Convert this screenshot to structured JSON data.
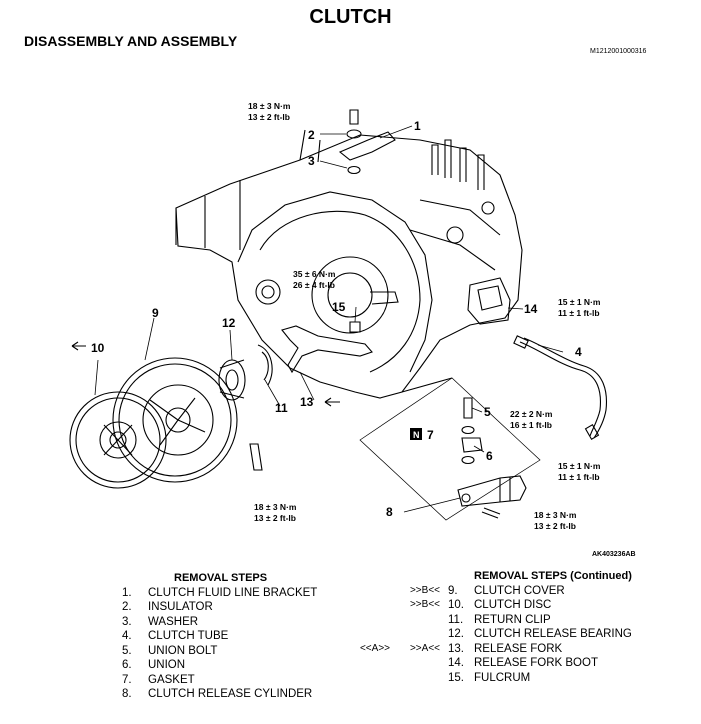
{
  "header": {
    "title": "CLUTCH",
    "subtitle": "DISASSEMBLY AND ASSEMBLY",
    "doc_id": "M1212001000316"
  },
  "figure": {
    "figure_id": "AK403236AB",
    "callouts": {
      "c1": "1",
      "c2": "2",
      "c3": "3",
      "c4": "4",
      "c5": "5",
      "c6": "6",
      "c7": "7",
      "c8": "8",
      "c9": "9",
      "c10": "10",
      "c11": "11",
      "c12": "12",
      "c13": "13",
      "c14": "14",
      "c15": "15",
      "n_mark": "N"
    },
    "torques": {
      "t_top_a": "18 ± 3 N·m",
      "t_top_b": "13 ± 2 ft-lb",
      "t_mid_a": "35 ± 6 N·m",
      "t_mid_b": "26 ± 4 ft-lb",
      "t_14a": "15 ± 1 N·m",
      "t_14b": "11 ± 1 ft-lb",
      "t_5a": "22 ± 2 N·m",
      "t_5b": "16 ± 1 ft-lb",
      "t_4a": "15 ± 1 N·m",
      "t_4b": "11 ± 1 ft-lb",
      "t_low_a": "18 ± 3 N·m",
      "t_low_b": "13 ± 2 ft-lb",
      "t_8a": "18 ± 3 N·m",
      "t_8b": "13 ± 2 ft-lb"
    }
  },
  "removal_steps": {
    "header": "REMOVAL STEPS",
    "items": [
      {
        "num": "1.",
        "label": "CLUTCH FLUID LINE BRACKET",
        "mark": ""
      },
      {
        "num": "2.",
        "label": "INSULATOR",
        "mark": ""
      },
      {
        "num": "3.",
        "label": "WASHER",
        "mark": ""
      },
      {
        "num": "4.",
        "label": "CLUTCH TUBE",
        "mark": ""
      },
      {
        "num": "5.",
        "label": "UNION BOLT",
        "mark": ""
      },
      {
        "num": "6.",
        "label": "UNION",
        "mark": ""
      },
      {
        "num": "7.",
        "label": "GASKET",
        "mark": ""
      },
      {
        "num": "8.",
        "label": "CLUTCH RELEASE CYLINDER",
        "mark": ""
      }
    ]
  },
  "removal_steps_continued": {
    "header": "REMOVAL STEPS (Continued)",
    "items": [
      {
        "num": "9.",
        "label": "CLUTCH COVER",
        "mark": ">>B<<",
        "mark2": ""
      },
      {
        "num": "10.",
        "label": "CLUTCH DISC",
        "mark": ">>B<<",
        "mark2": ""
      },
      {
        "num": "11.",
        "label": "RETURN CLIP",
        "mark": "",
        "mark2": ""
      },
      {
        "num": "12.",
        "label": "CLUTCH RELEASE BEARING",
        "mark": "",
        "mark2": ""
      },
      {
        "num": "13.",
        "label": "RELEASE FORK",
        "mark": ">>A<<",
        "mark2": "<<A>>"
      },
      {
        "num": "14.",
        "label": "RELEASE FORK BOOT",
        "mark": "",
        "mark2": ""
      },
      {
        "num": "15.",
        "label": "FULCRUM",
        "mark": "",
        "mark2": ""
      }
    ]
  }
}
